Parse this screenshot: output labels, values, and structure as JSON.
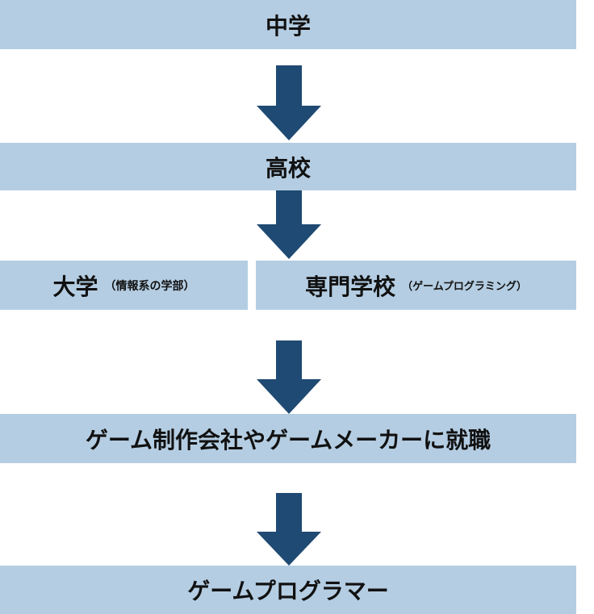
{
  "colors": {
    "box_fill": "#b4cde2",
    "arrow_fill": "#1f4a73",
    "text": "#111111"
  },
  "steps": {
    "junior_high": "中学",
    "high_school": "高校",
    "university": {
      "main": "大学",
      "sub": "（情報系の学部）"
    },
    "vocational_school": {
      "main": "専門学校",
      "sub": "（ゲームプログラミング）"
    },
    "employment": "ゲーム制作会社やゲームメーカーに就職",
    "goal": "ゲームプログラマー"
  }
}
